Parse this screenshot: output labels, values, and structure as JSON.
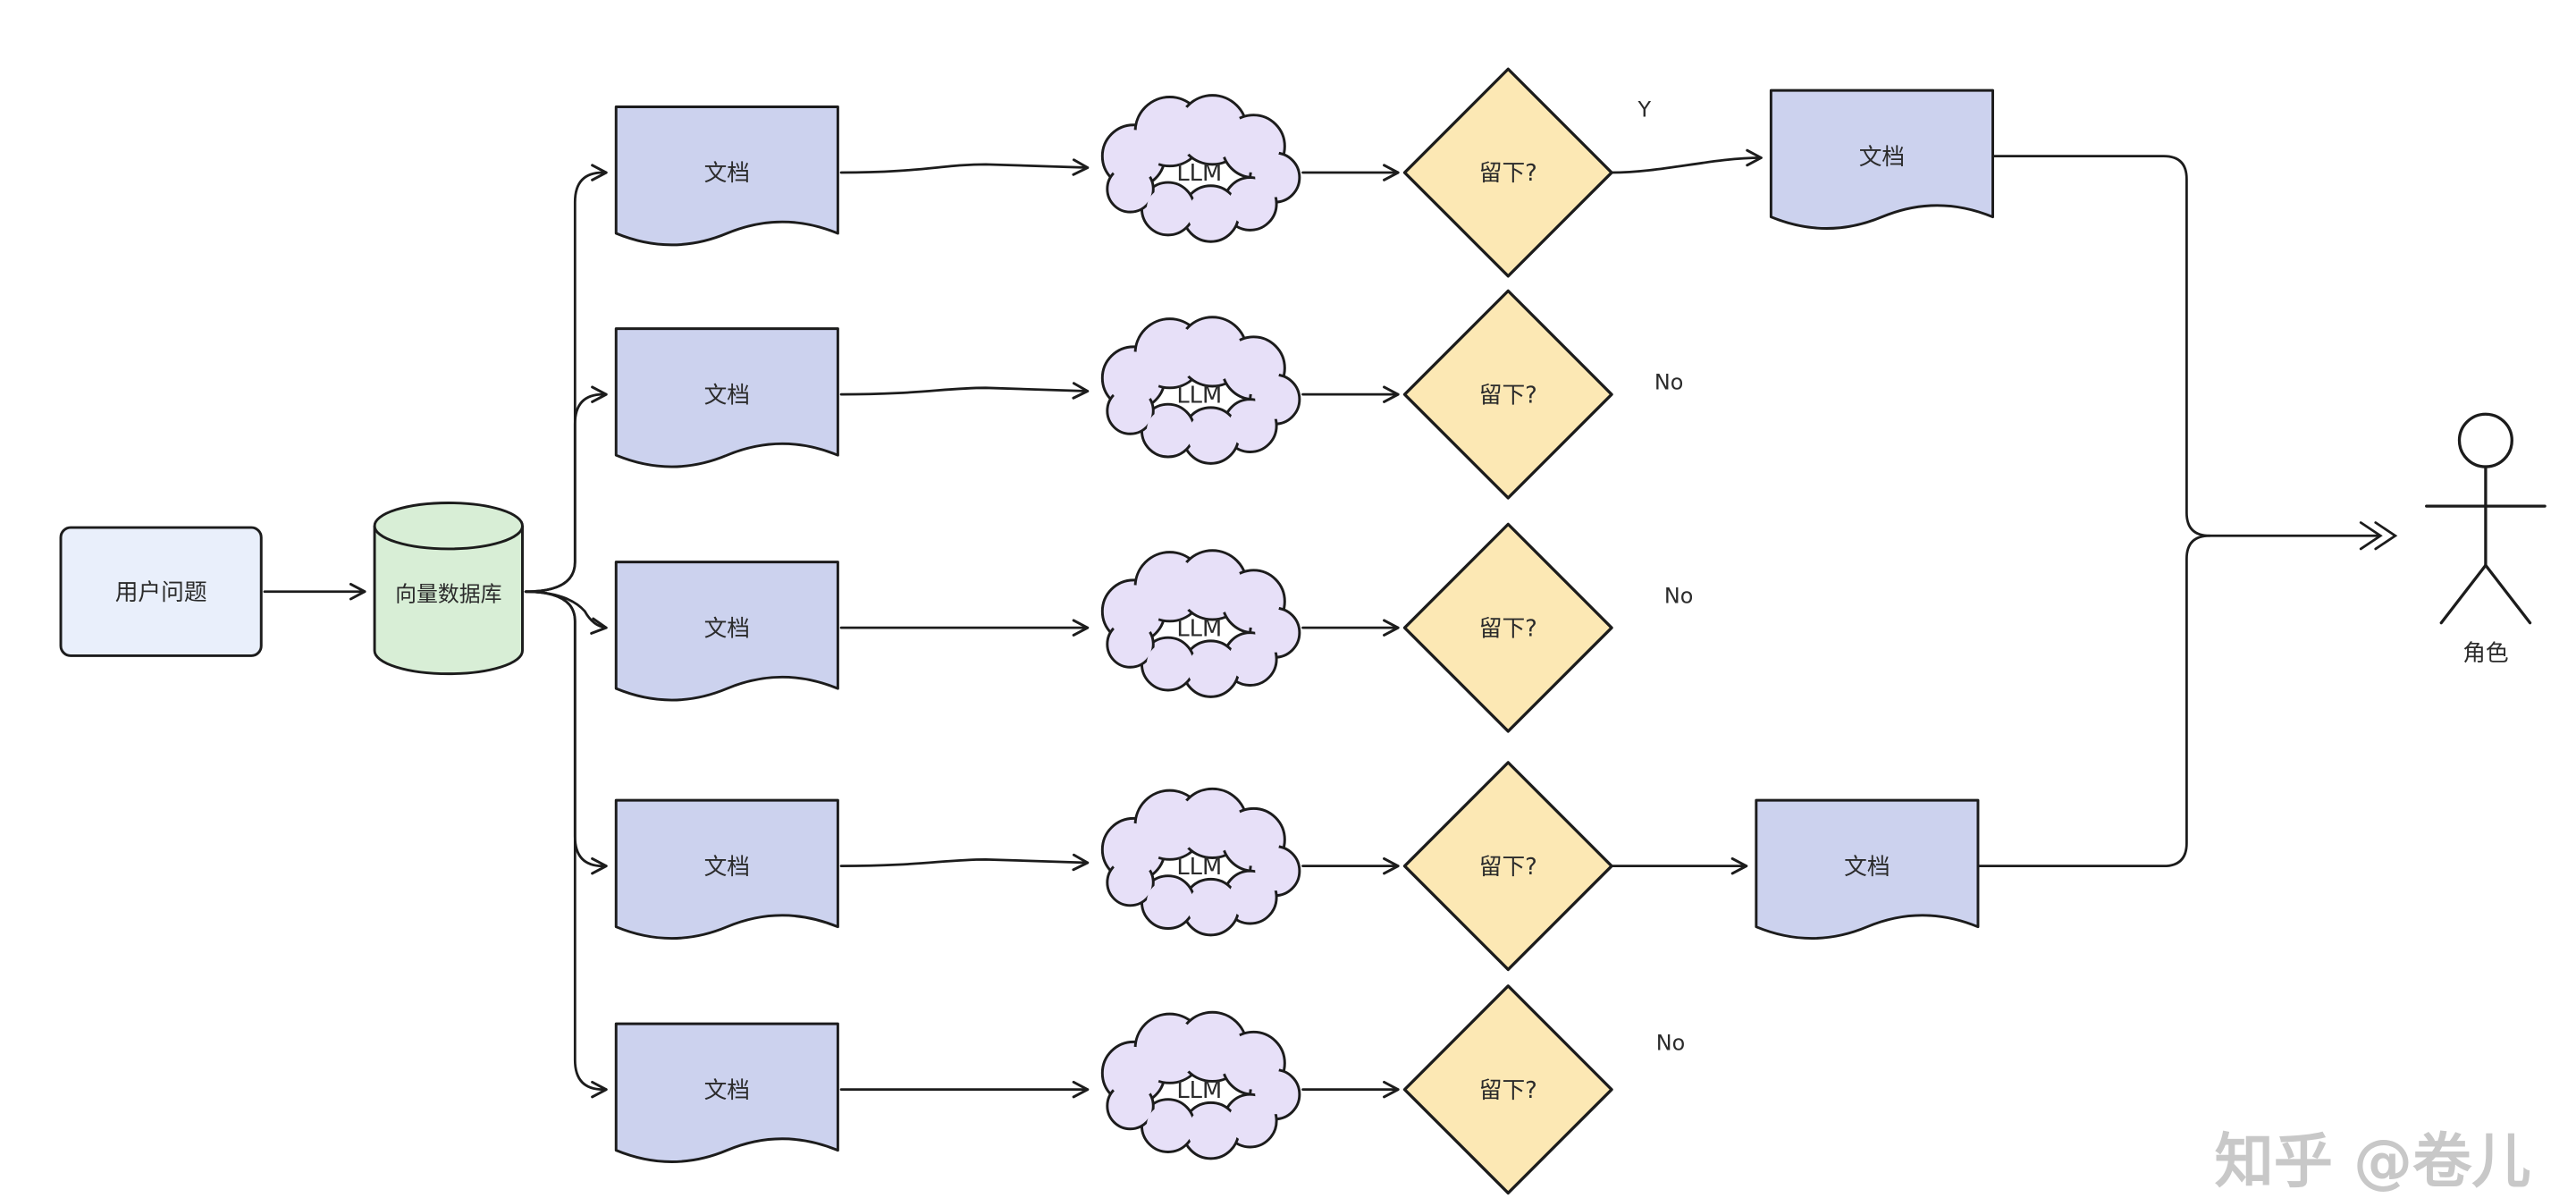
{
  "diagram": {
    "user_question": "用户问题",
    "vector_db": "向量数据库",
    "rows": [
      {
        "doc": "文档",
        "llm": "LLM",
        "decision": "留下?",
        "verdict": "Y",
        "out_doc": "文档"
      },
      {
        "doc": "文档",
        "llm": "LLM",
        "decision": "留下?",
        "verdict": "No"
      },
      {
        "doc": "文档",
        "llm": "LLM",
        "decision": "留下?",
        "verdict": "No"
      },
      {
        "doc": "文档",
        "llm": "LLM",
        "decision": "留下?",
        "out_doc": "文档"
      },
      {
        "doc": "文档",
        "llm": "LLM",
        "decision": "留下?",
        "verdict": "No"
      }
    ],
    "actor": "角色"
  },
  "watermark": "知乎 @卷儿",
  "colors": {
    "doc_fill": "#ccd2ee",
    "cloud_fill": "#e7e0f8",
    "diamond_fill": "#fce8b4",
    "db_fill": "#d8eed6",
    "question_fill": "#e9effb",
    "stroke": "#1c1c1c",
    "label": "#2b2b2b",
    "watermark": "#c8c8c8"
  }
}
